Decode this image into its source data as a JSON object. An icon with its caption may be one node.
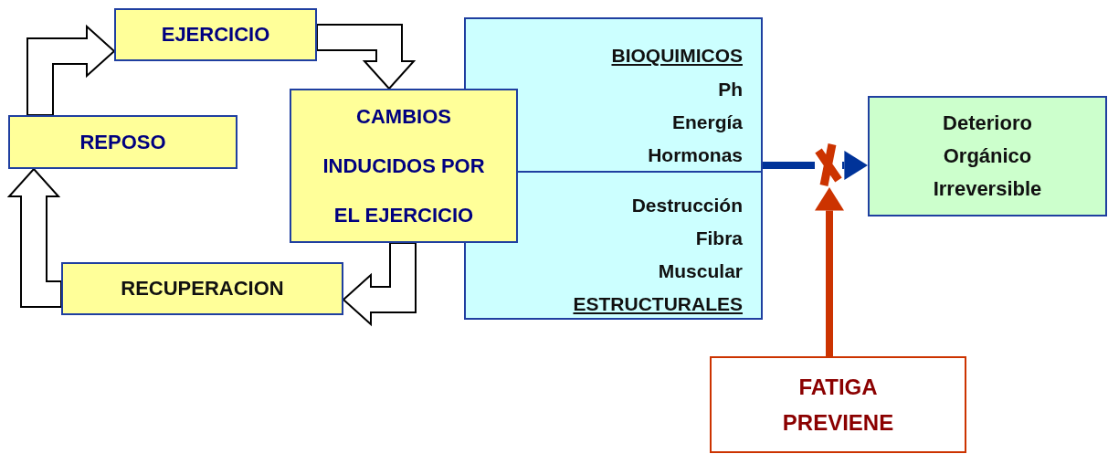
{
  "diagram": {
    "nodes": [
      {
        "text": [
          "EJERCICIO"
        ]
      },
      {
        "text": [
          "REPOSO"
        ]
      },
      {
        "text": [
          "CAMBIOS INDUCIDOS POR EL EJERCICIO"
        ]
      },
      {
        "text": [
          "BIOQUIMICOS",
          "Ph Energía Hormonas",
          "Destrucción Fibra Muscular",
          "ESTRUCTURALES"
        ]
      },
      {
        "text": [
          "RECUPERACION"
        ]
      },
      {
        "text": [],
        "shape": "cross"
      },
      {
        "text": [
          "Deterioro Orgánico Irreversible"
        ]
      },
      {
        "text": [
          "FATIGA PREVIENE"
        ]
      }
    ],
    "edges": [
      {
        "from": 1,
        "to": 0,
        "arrow": "to"
      },
      {
        "from": 0,
        "to": 2,
        "arrow": "to"
      },
      {
        "from": 2,
        "to": 4,
        "arrow": "to"
      },
      {
        "from": 4,
        "to": 1,
        "arrow": "to"
      },
      {
        "from": 3,
        "to": 5,
        "arrow": "none",
        "color": "#003399"
      },
      {
        "from": 5,
        "to": 6,
        "arrow": "to",
        "color": "#003399"
      },
      {
        "from": 7,
        "to": 5,
        "arrow": "to",
        "color": "#cc3300"
      }
    ]
  }
}
